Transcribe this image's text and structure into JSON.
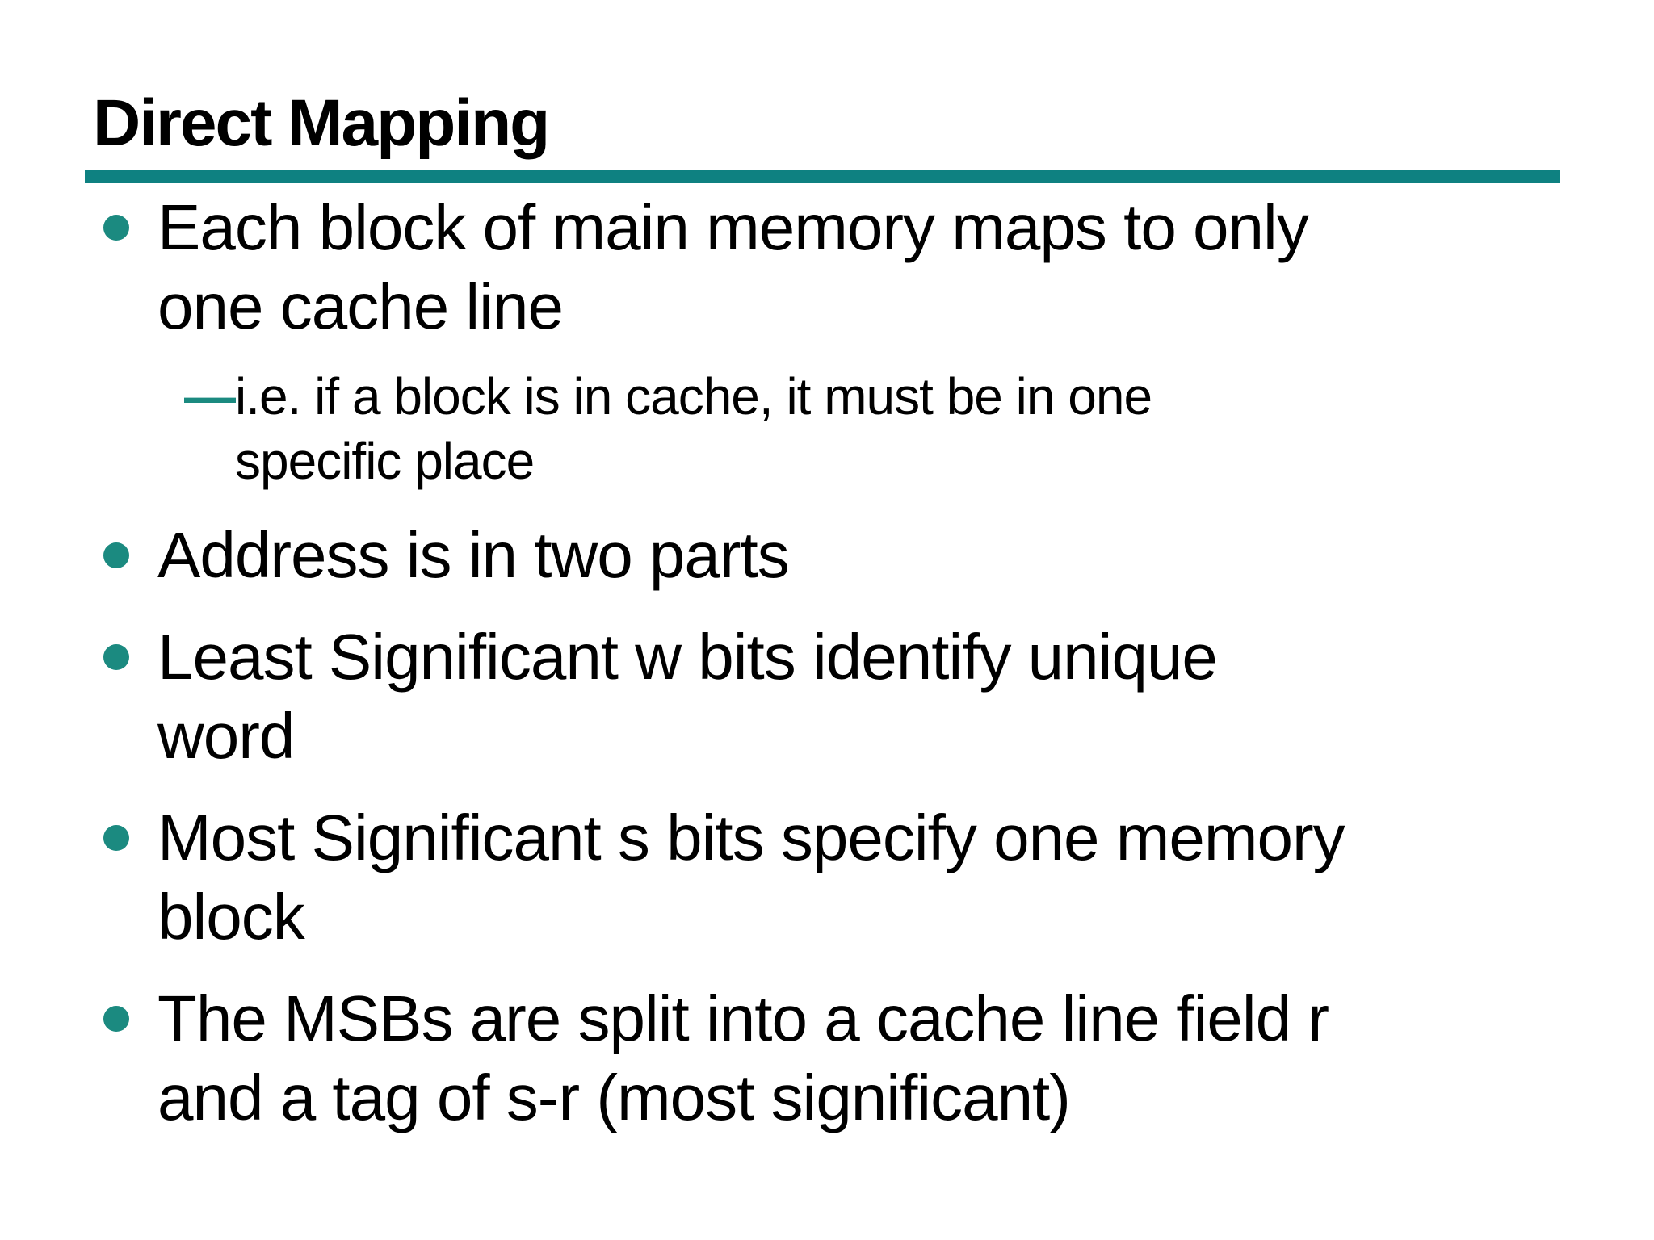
{
  "title": "Direct Mapping",
  "colors": {
    "background": "#ffffff",
    "text": "#000000",
    "rule": "#0e8181",
    "marker": "#1b8a80"
  },
  "bullets": [
    {
      "text": "Each block of main memory maps to only\none cache line",
      "sub": [
        {
          "marker": "—",
          "text": "i.e. if a block is in cache, it must be in one\nspecific place"
        }
      ]
    },
    {
      "text": "Address is in two parts"
    },
    {
      "text": "Least Significant w bits identify unique\nword"
    },
    {
      "text": "Most Significant s bits specify one memory\nblock"
    },
    {
      "text": "The MSBs are split into a cache line field r\nand a tag of s-r (most significant)"
    }
  ]
}
